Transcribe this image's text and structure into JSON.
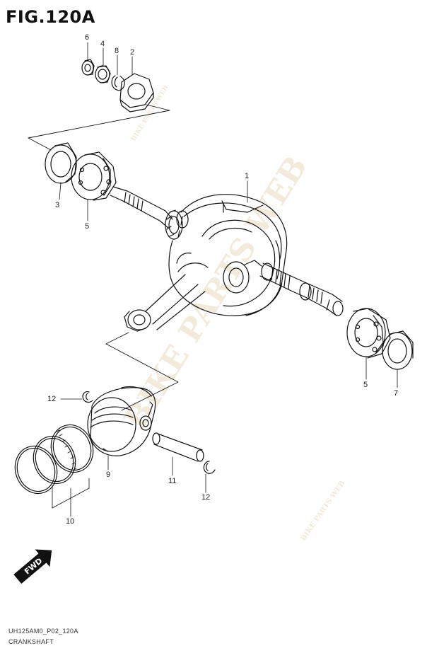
{
  "figure": {
    "title": "FIG.120A"
  },
  "callouts": [
    {
      "id": "c6",
      "label": "6"
    },
    {
      "id": "c4",
      "label": "4"
    },
    {
      "id": "c8",
      "label": "8"
    },
    {
      "id": "c2",
      "label": "2"
    },
    {
      "id": "c1",
      "label": "1"
    },
    {
      "id": "c3",
      "label": "3"
    },
    {
      "id": "c5a",
      "label": "5"
    },
    {
      "id": "c5b",
      "label": "5"
    },
    {
      "id": "c7",
      "label": "7"
    },
    {
      "id": "c12a",
      "label": "12"
    },
    {
      "id": "c9",
      "label": "9"
    },
    {
      "id": "c11",
      "label": "11"
    },
    {
      "id": "c12b",
      "label": "12"
    },
    {
      "id": "c10",
      "label": "10"
    }
  ],
  "fwd_badge": {
    "label": "FWD"
  },
  "watermark": {
    "text_large": "BIKE PARTS WEB",
    "text_small": "BIKE PARTS WEB"
  },
  "footer": {
    "code": "UH125AM0_P02_120A",
    "name": "CRANKSHAFT"
  }
}
